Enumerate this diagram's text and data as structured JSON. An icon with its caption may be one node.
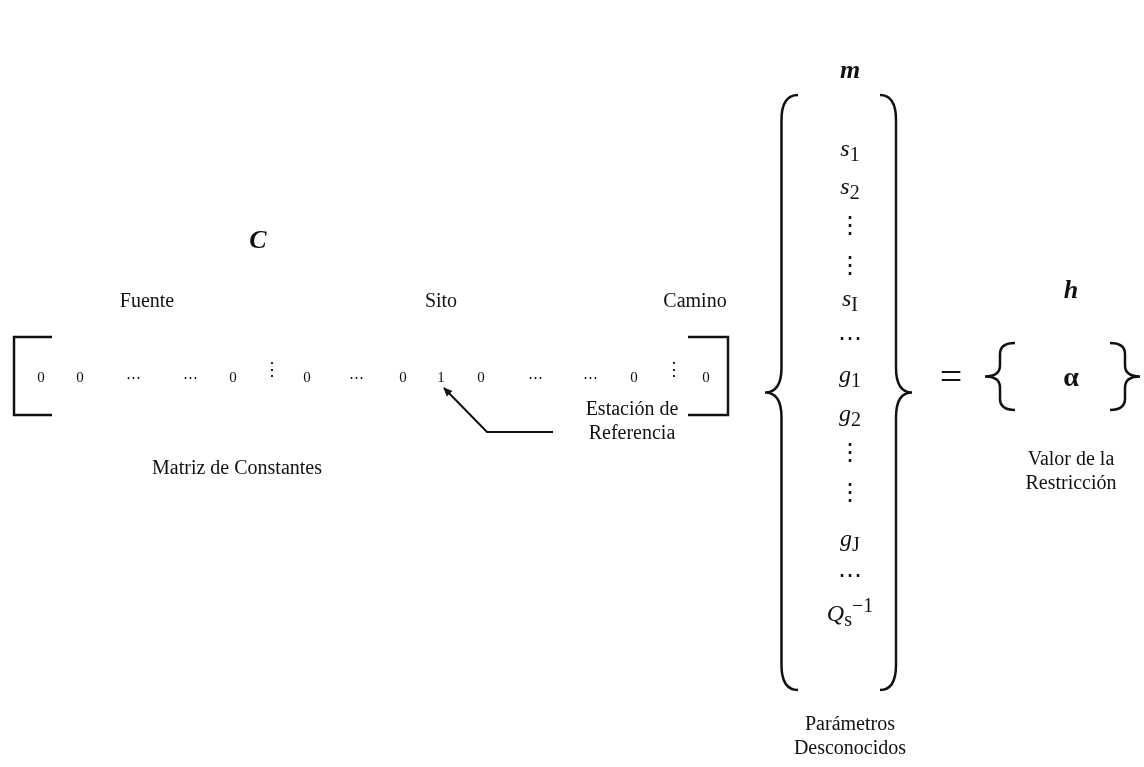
{
  "diagram": {
    "nodes": [
      {
        "text": [
          "Estación de Referencia"
        ]
      },
      {
        "text": [
          "1"
        ]
      }
    ],
    "edges": [
      {
        "from": 0,
        "to": 1,
        "arrow": "to"
      }
    ],
    "labels": [
      "C",
      "Fuente",
      "Sito",
      "Camino",
      "0",
      "0",
      "⋯",
      "⋯",
      "0",
      "⋮",
      "0",
      "⋯",
      "0",
      "0",
      "⋯",
      "⋯",
      "0",
      "⋮",
      "0",
      "Matriz de Constantes",
      "m",
      "*s*$_{1}$",
      "*s*$_{2}$",
      "⋮",
      "⋮",
      "*s*$_{I}$",
      "⋯",
      "*g*$_{1}$",
      "*g*$_{2}$",
      "⋮",
      "⋮",
      "*g*$_{J}$",
      "⋯",
      "*Q*$_{s}$$^{−1}$",
      "Parámetros Desconocidos",
      "=",
      "h",
      "α",
      "Valor de la Restricción"
    ]
  }
}
